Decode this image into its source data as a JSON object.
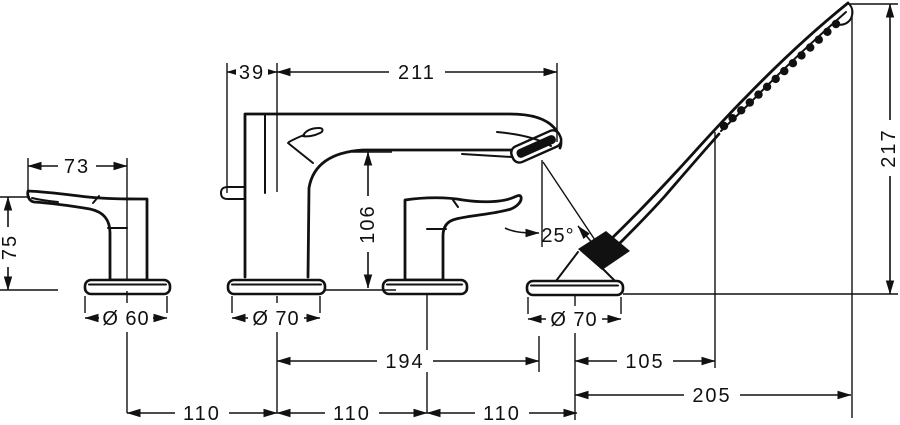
{
  "page": {
    "background": "#ffffff",
    "ink": "#111111"
  },
  "drawing": {
    "kind": "bath-mixer-dimensional-drawing",
    "units": "mm",
    "dimensions": {
      "spout_rear_offset": "39",
      "spout_reach": "211",
      "left_handle_reach": "73",
      "left_handle_height": "75",
      "spout_outlet_height": "106",
      "handshower_height": "217",
      "handshower_angle": "25°",
      "left_base_diameter": "Ø 60",
      "spout_base_diameter": "Ø 70",
      "shower_base_diameter": "Ø 70",
      "spout_to_shower": "194",
      "shower_to_hose": "105",
      "shower_reach": "205",
      "hole_pitch_1": "110",
      "hole_pitch_2": "110",
      "hole_pitch_3": "110"
    }
  }
}
